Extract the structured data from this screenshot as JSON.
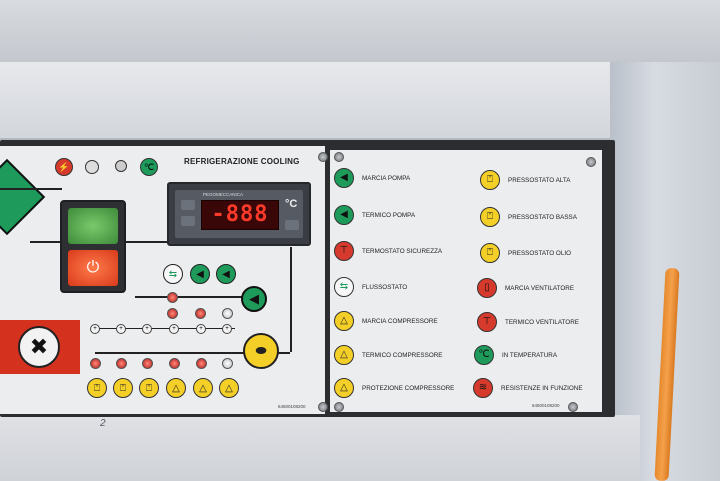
{
  "panel": {
    "title": "REFRIGERAZIONE  COOLING",
    "controller": {
      "brand": "PEGOMECCANICA",
      "display": "-888",
      "unit": "°C"
    },
    "part_code_left": "64500108200",
    "part_code_right": "64500108200",
    "scribble": "2"
  },
  "legend": {
    "left_column": [
      {
        "label": "MARCIA POMPA",
        "icon": "pump-run-icon",
        "color": "#1e9a5a"
      },
      {
        "label": "TERMICO POMPA",
        "icon": "pump-thermal-icon",
        "color": "#1e9a5a"
      },
      {
        "label": "TERMOSTATO SICUREZZA",
        "icon": "safety-thermostat-icon",
        "color": "#d63a2c"
      },
      {
        "label": "FLUSSOSTATO",
        "icon": "flow-switch-icon",
        "color": "#f7f7f7"
      },
      {
        "label": "MARCIA COMPRESSORE",
        "icon": "compressor-run-icon",
        "color": "#f4cf27"
      },
      {
        "label": "TERMICO COMPRESSORE",
        "icon": "compressor-thermal-icon",
        "color": "#f4cf27"
      },
      {
        "label": "PROTEZIONE COMPRESSORE",
        "icon": "compressor-protection-icon",
        "color": "#f4cf27"
      }
    ],
    "right_column": [
      {
        "label": "PRESSOSTATO ALTA",
        "icon": "high-pressure-icon",
        "color": "#f4cf27"
      },
      {
        "label": "PRESSOSTATO BASSA",
        "icon": "low-pressure-icon",
        "color": "#f4cf27"
      },
      {
        "label": "PRESSOSTATO OLIO",
        "icon": "oil-pressure-icon",
        "color": "#f4cf27"
      },
      {
        "label": "MARCIA VENTILATORE",
        "icon": "fan-run-icon",
        "color": "#d63a2c"
      },
      {
        "label": "TERMICO VENTILATORE",
        "icon": "fan-thermal-icon",
        "color": "#d63a2c"
      },
      {
        "label": "IN TEMPERATURA",
        "icon": "in-temperature-icon",
        "color": "#1e9a5a"
      },
      {
        "label": "RESISTENZE IN FUNZIONE",
        "icon": "heater-on-icon",
        "color": "#d63a2c"
      }
    ]
  },
  "colors": {
    "green": "#1e9a5a",
    "red": "#d63a2c",
    "yellow": "#f4cf27",
    "display_red": "#ff3a2a"
  }
}
